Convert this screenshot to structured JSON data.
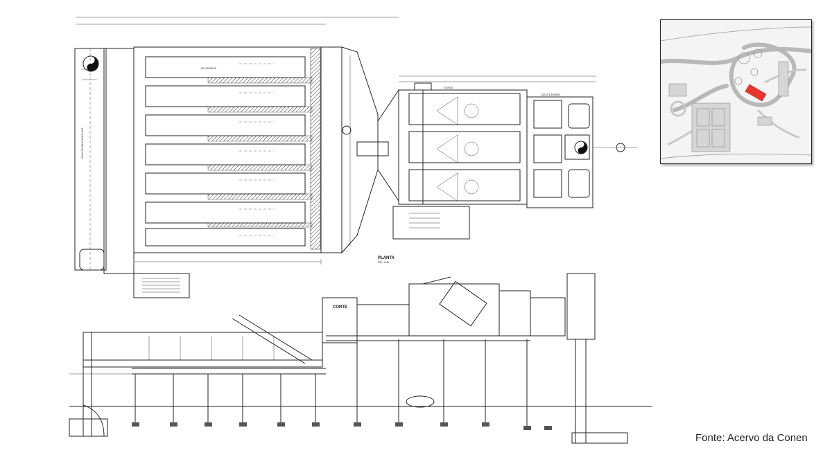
{
  "drawing": {
    "plan_title": "PLANTA",
    "plan_scale": "ESC. 1:100",
    "plan_label_tank": "DECANTADOR",
    "plan_label_channel": "CANAL DE ÁGUA FLOCULADA",
    "plan_label_filters": "FILTROS",
    "plan_label_pump": "CASA DE BOMBAS",
    "section_label": "CORTE",
    "colors": {
      "line": "#222222",
      "highlight": "#e8362e",
      "road": "#bbbbbb"
    }
  },
  "inset": {
    "highlight_color": "#e8362e"
  },
  "caption": "Fonte: Acervo da Conen"
}
